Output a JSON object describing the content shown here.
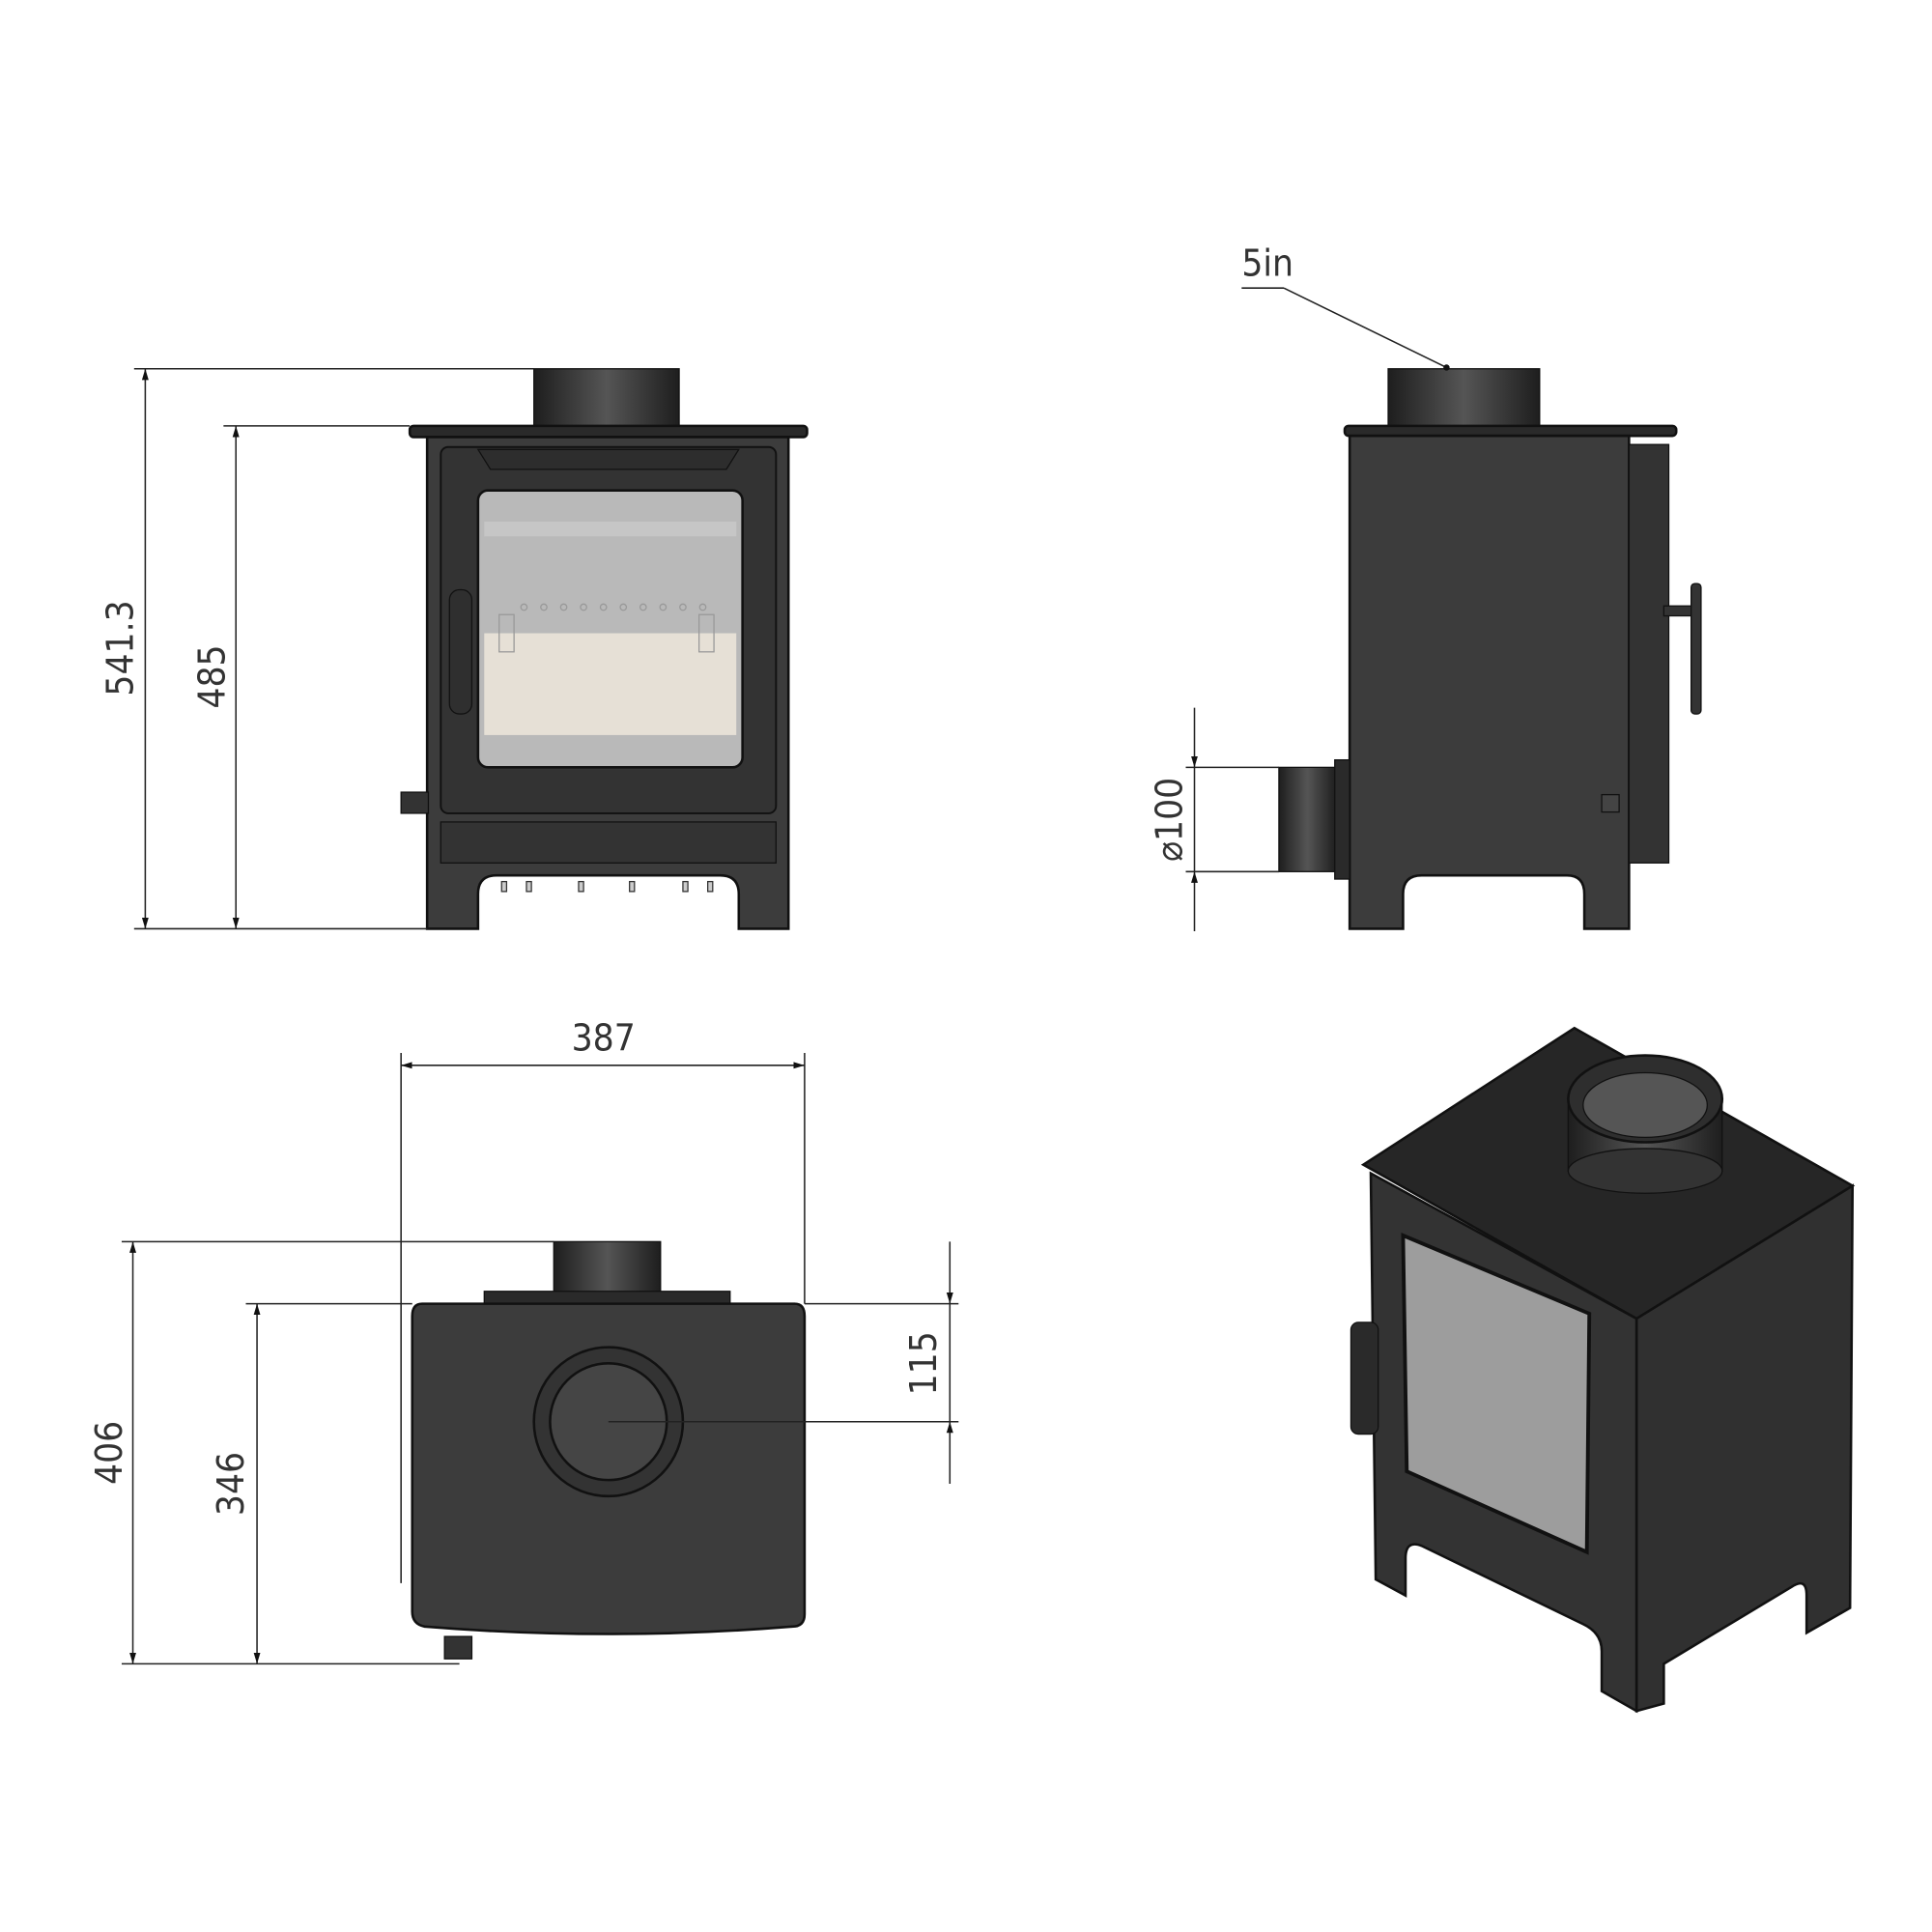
{
  "title": "Stove dimension drawing",
  "front_view": {
    "overall_height": "541.3",
    "body_height": "485"
  },
  "side_view": {
    "flue_label": "5in",
    "rear_outlet_diameter": "⌀100"
  },
  "top_view": {
    "width": "387",
    "overall_depth": "406",
    "body_depth": "346",
    "flue_offset": "115"
  },
  "colors": {
    "stove_body": "#3c3c3c",
    "glass": "#b9b9b9",
    "firebrick": "#e6e0d6",
    "dimension_lines": "#222222"
  }
}
